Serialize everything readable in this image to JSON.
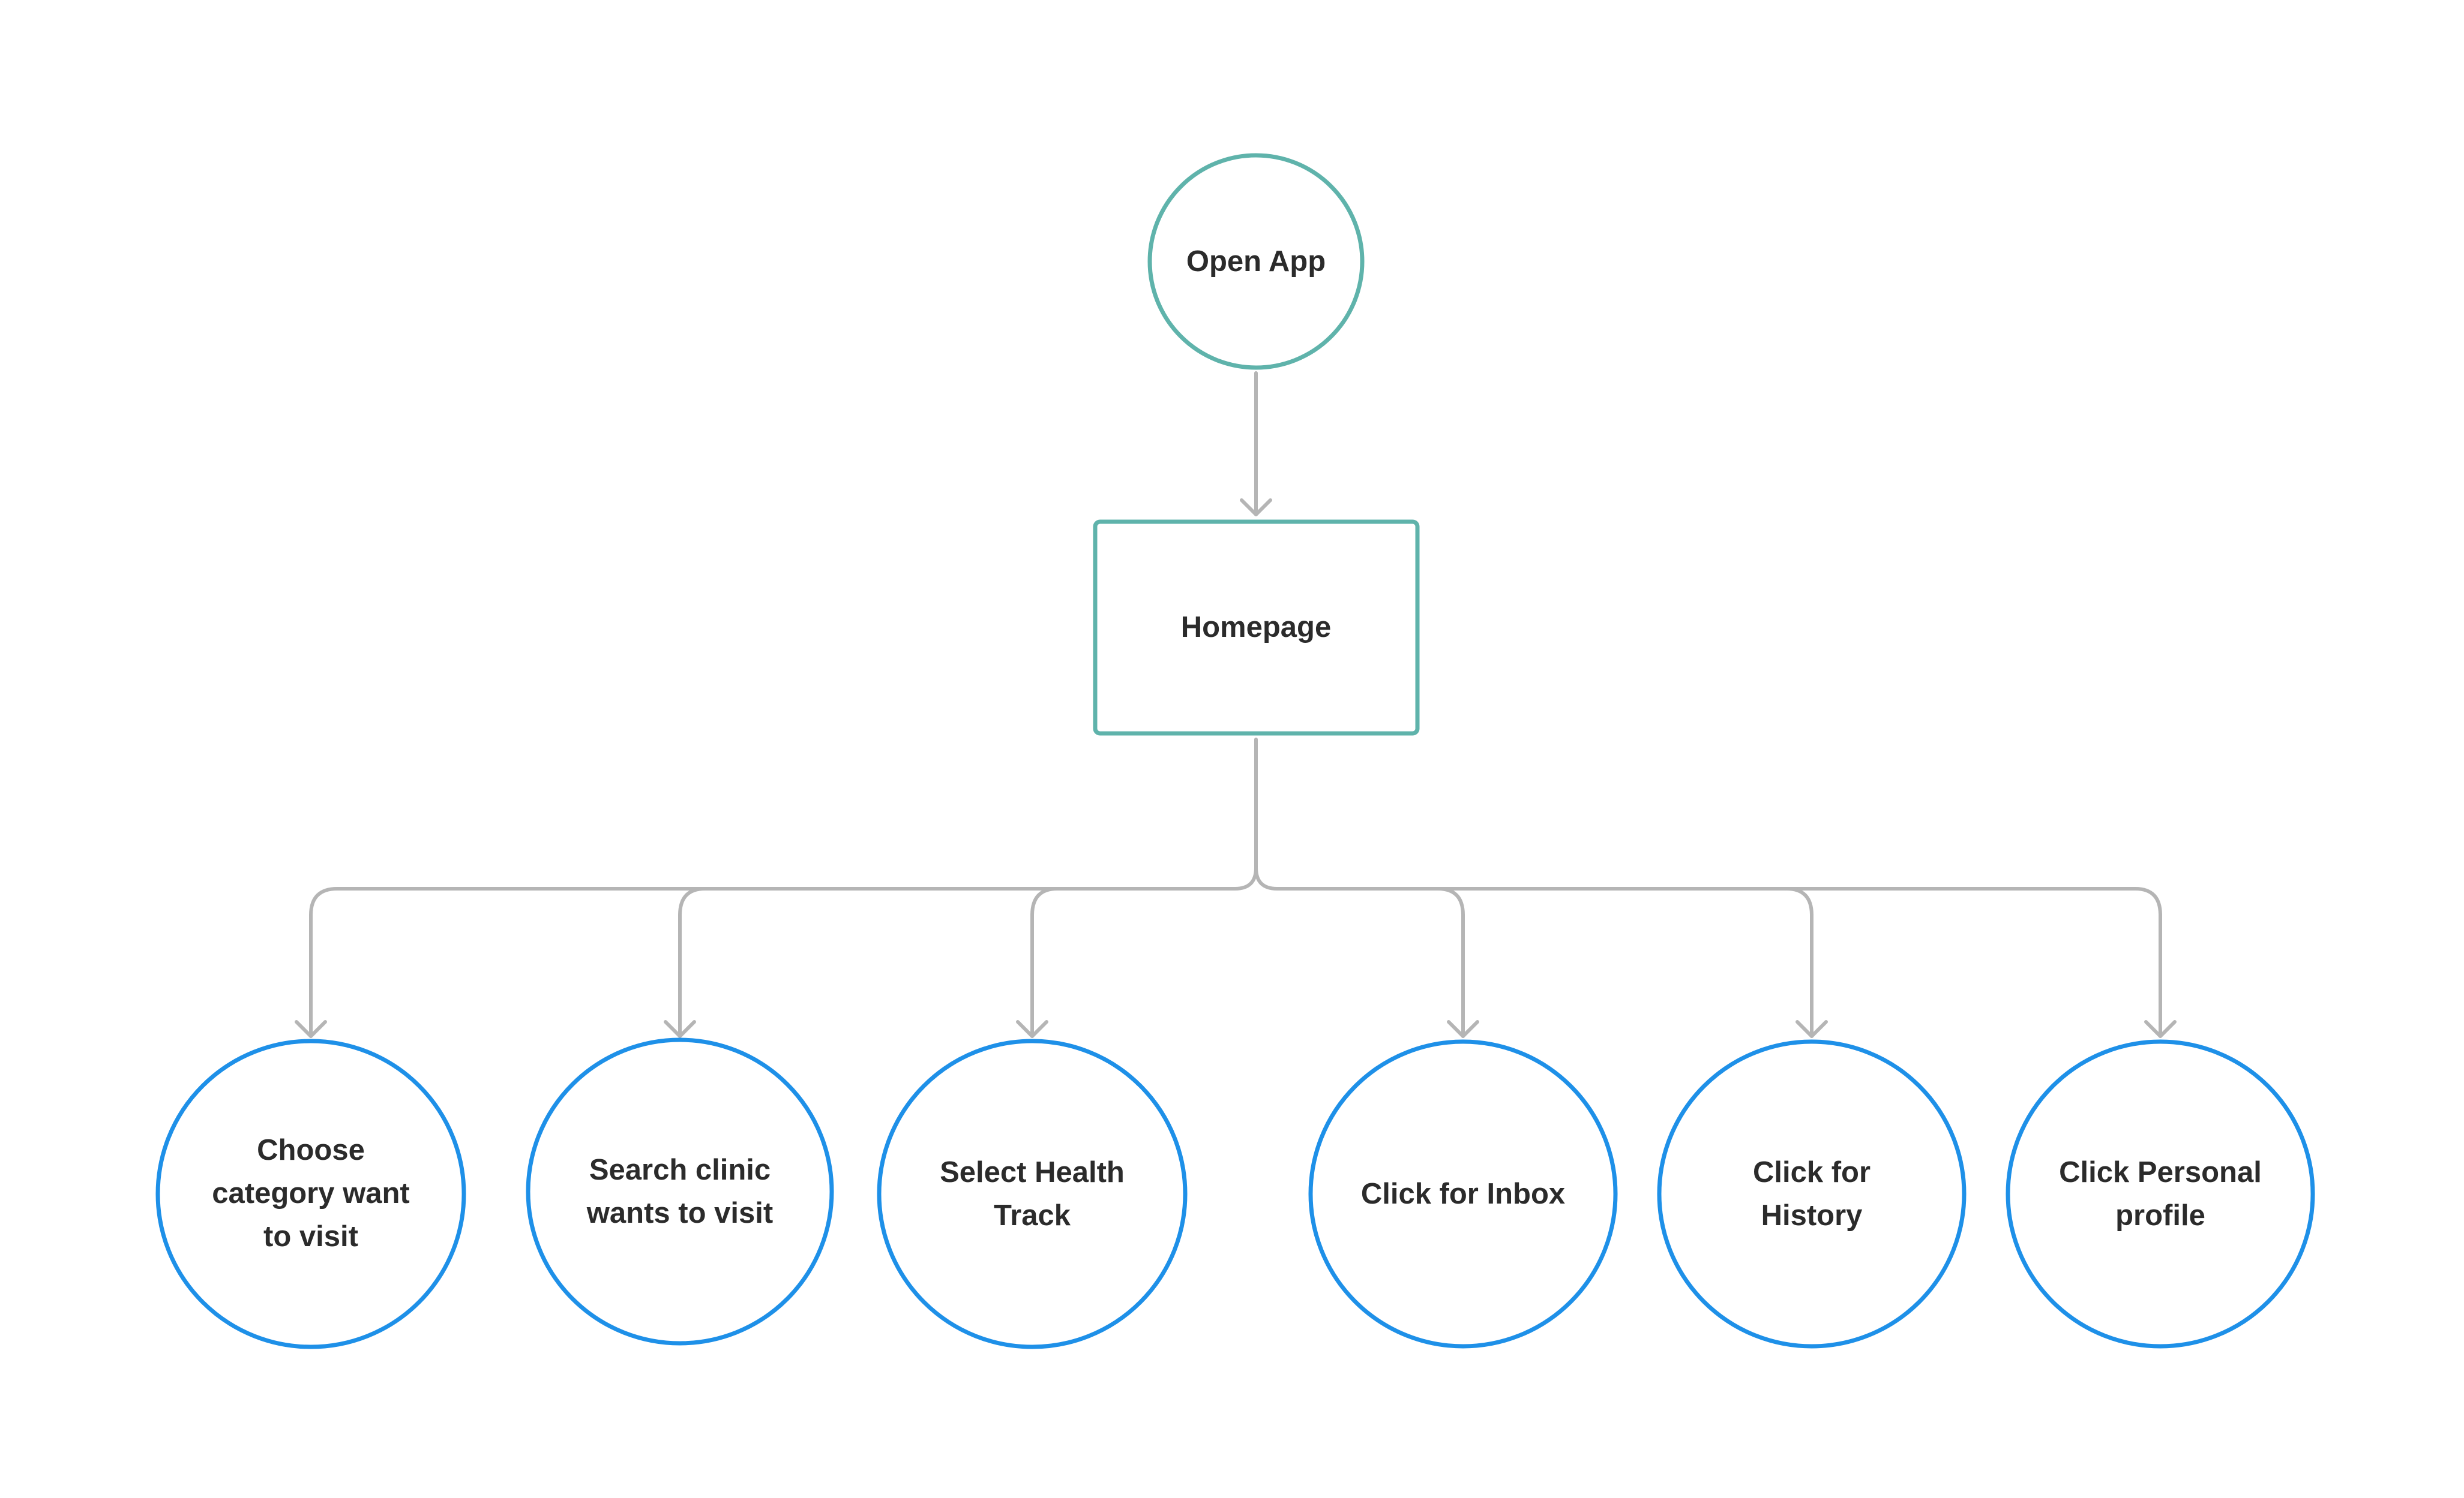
{
  "colors": {
    "background": "#ffffff",
    "start_node_stroke": "#5fb3ab",
    "page_node_stroke": "#5fb3ab",
    "action_node_stroke": "#1e90e8",
    "connector": "#b5b5b5",
    "text": "#2b2b2b"
  },
  "nodes": {
    "open_app": {
      "label": "Open App",
      "shape": "circle"
    },
    "homepage": {
      "label": "Homepage",
      "shape": "rectangle"
    },
    "actions": [
      {
        "label": "Choose\ncategory want\nto visit",
        "shape": "circle"
      },
      {
        "label": "Search clinic\nwants to visit",
        "shape": "circle"
      },
      {
        "label": "Select Health\nTrack",
        "shape": "circle"
      },
      {
        "label": "Click for Inbox",
        "shape": "circle"
      },
      {
        "label": "Click for\nHistory",
        "shape": "circle"
      },
      {
        "label": "Click Personal\nprofile",
        "shape": "circle"
      }
    ]
  },
  "edges": [
    {
      "from": "open_app",
      "to": "homepage"
    },
    {
      "from": "homepage",
      "to": "actions.0"
    },
    {
      "from": "homepage",
      "to": "actions.1"
    },
    {
      "from": "homepage",
      "to": "actions.2"
    },
    {
      "from": "homepage",
      "to": "actions.3"
    },
    {
      "from": "homepage",
      "to": "actions.4"
    },
    {
      "from": "homepage",
      "to": "actions.5"
    }
  ]
}
